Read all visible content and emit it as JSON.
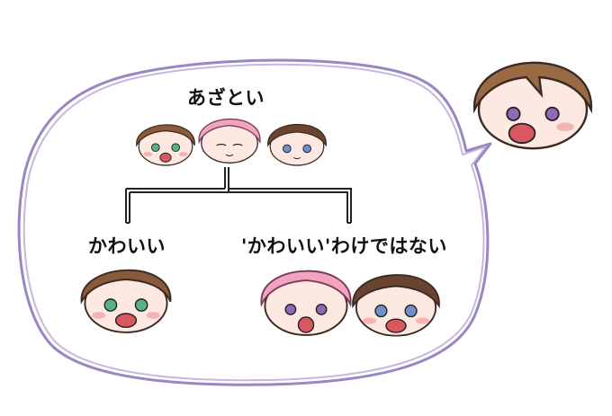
{
  "diagram": {
    "top_label": "あざとい",
    "branch_left_label": "かわいい",
    "branch_right_label": "'かわいい'わけではない"
  },
  "colors": {
    "bubble_outline": "#9b86c4",
    "tree_line": "#222222",
    "hair_brown": "#8a5a3c",
    "hair_dark_brown": "#6b4430",
    "hair_pink": "#f2a3c1",
    "skin": "#fde9e1",
    "blush": "#f6b3b3",
    "mouth": "#d9575f",
    "eye_green": "#59b38a",
    "eye_blue": "#6e8fc7",
    "eye_purple": "#8f6bb5"
  }
}
